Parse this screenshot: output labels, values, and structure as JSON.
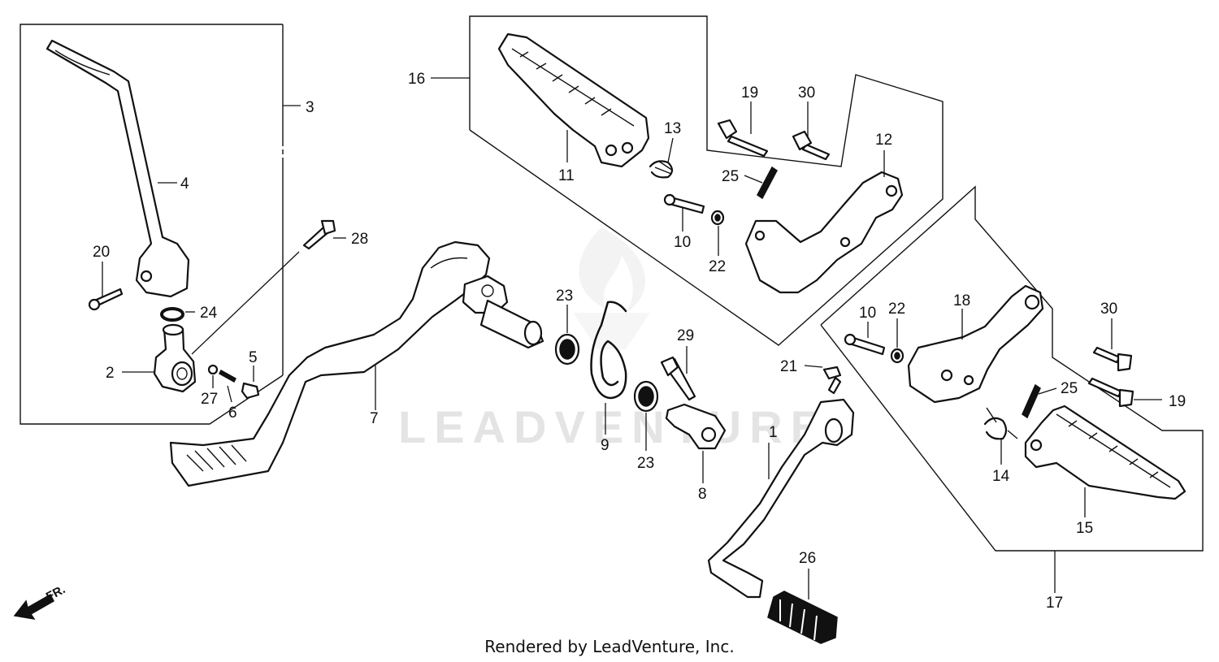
{
  "watermark": "LEADVENTURE",
  "footer": "Rendered by LeadVenture, Inc.",
  "direction_label": "FR.",
  "labels": {
    "p1": "1",
    "p2": "2",
    "p3": "3",
    "p4": "4",
    "p5": "5",
    "p6": "6",
    "p7": "7",
    "p8": "8",
    "p9": "9",
    "p10a": "10",
    "p10b": "10",
    "p11": "11",
    "p12": "12",
    "p13": "13",
    "p14": "14",
    "p15": "15",
    "p16": "16",
    "p17": "17",
    "p18": "18",
    "p19a": "19",
    "p19b": "19",
    "p20": "20",
    "p21": "21",
    "p22a": "22",
    "p22b": "22",
    "p23a": "23",
    "p23b": "23",
    "p24": "24",
    "p25a": "25",
    "p25b": "25",
    "p26": "26",
    "p27": "27",
    "p28": "28",
    "p29": "29",
    "p30a": "30",
    "p30b": "30"
  }
}
